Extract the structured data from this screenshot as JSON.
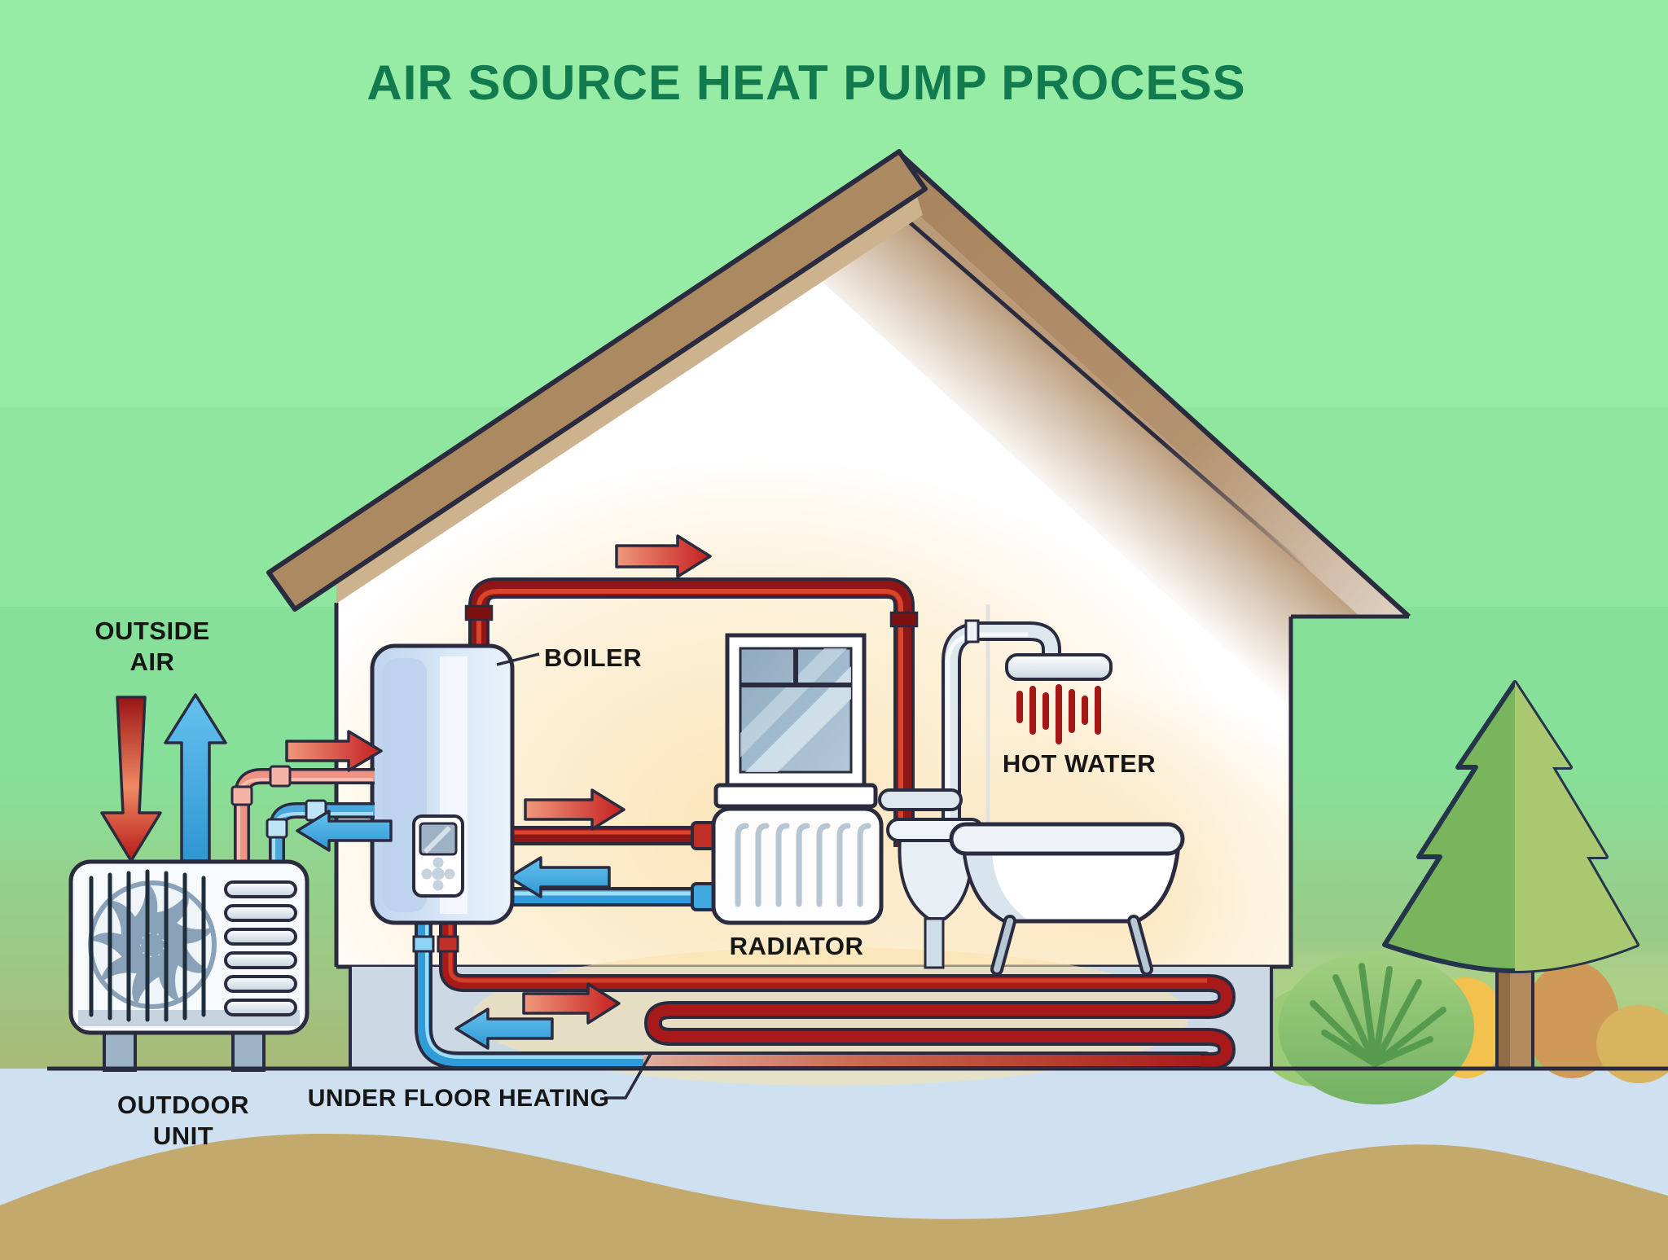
{
  "title": {
    "text": "AIR SOURCE HEAT PUMP PROCESS",
    "color": "#117a4e"
  },
  "labels": {
    "outside_air": {
      "line1": "OUTSIDE",
      "line2": "AIR"
    },
    "boiler": "BOILER",
    "hot_water": "HOT WATER",
    "radiator": "RADIATOR",
    "outdoor_unit": {
      "line1": "OUTDOOR",
      "line2": "UNIT"
    },
    "under_floor_heating": "UNDER FLOOR HEATING"
  },
  "colors": {
    "title_green": "#117a4e",
    "background_green": "#8ee69f",
    "grass_olive": "#a9ba78",
    "hot_flow_red": "#b42020",
    "cold_flow_blue": "#3fa9e2",
    "roof_brown": "#ab8a62",
    "wall_white": "#ffffff",
    "soil_blue": "#cfe1f0",
    "mound_tan": "#c3a96c",
    "label_text": "#161616"
  },
  "scene_components": [
    "outdoor-unit",
    "outdoor-unit-fan",
    "refrigerant-pipes",
    "boiler",
    "boiler-control-panel",
    "ceiling-hot-pipe",
    "window",
    "radiator",
    "under-floor-heating-coil",
    "shower",
    "hot-water-drops",
    "bathtub",
    "sink",
    "pine-tree",
    "bushes",
    "outside-air-arrows"
  ]
}
